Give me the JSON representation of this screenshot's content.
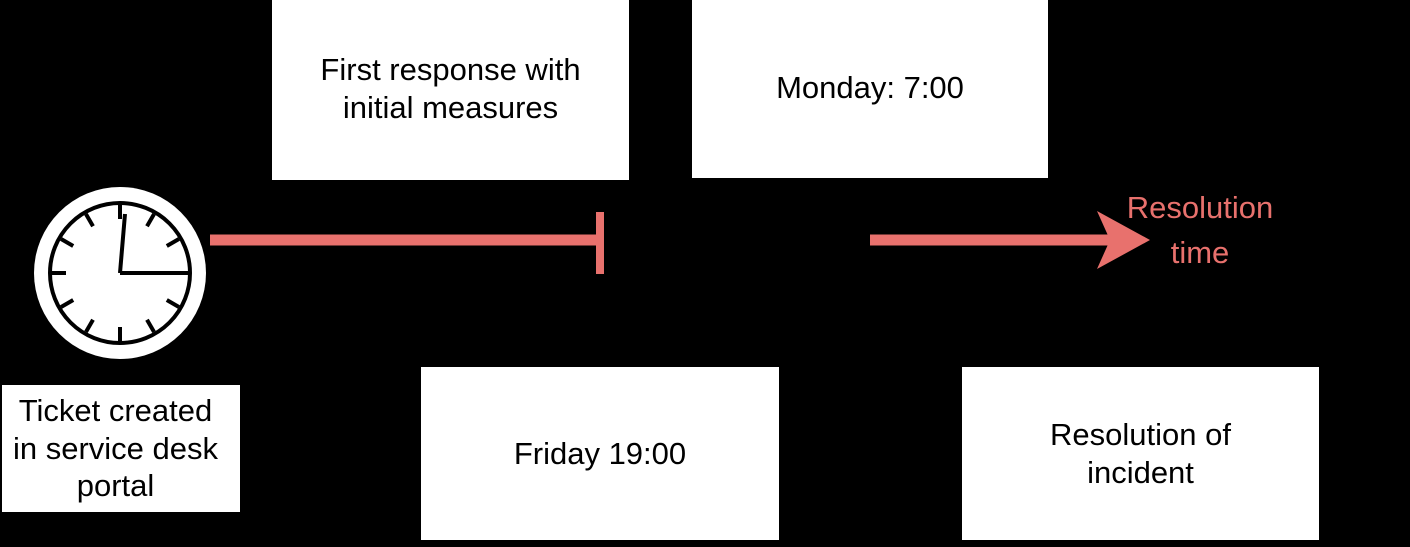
{
  "diagram": {
    "title": "Incident resolution time timeline",
    "background_color": "#000000",
    "accent_color": "#e8716d",
    "box_fill": "#ffffff",
    "box_text_color": "#000000"
  },
  "clock": {
    "icon_name": "clock-icon",
    "ring_color": "#ffffff",
    "face_color": "#ffffff",
    "hand_color": "#000000",
    "reading": "3:00"
  },
  "boxes": {
    "first_response": "First response with\ninitial measures",
    "monday": "Monday: 7:00",
    "ticket_created": "Ticket created\nin service desk\nportal",
    "friday": "Friday 19:00",
    "resolution_incident": "Resolution of\nincident"
  },
  "timeline": {
    "segment_one_label": "",
    "milestone_tick_label": "",
    "arrow_label": "Resolution\ntime",
    "arrow_label_color": "#e8716d",
    "line_color": "#e8716d"
  }
}
